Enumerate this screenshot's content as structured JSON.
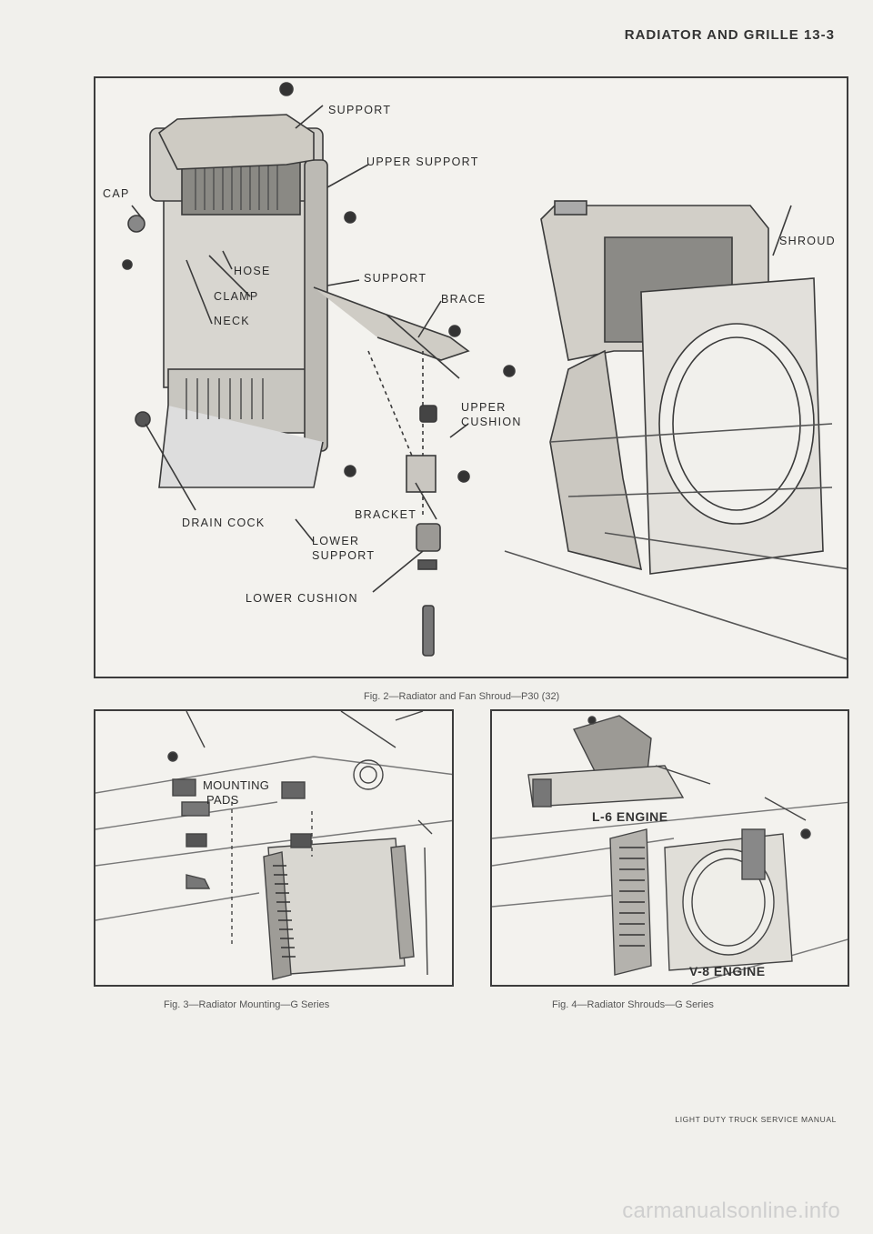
{
  "page": {
    "header": "RADIATOR AND GRILLE 13-3",
    "footer": "LIGHT DUTY TRUCK SERVICE MANUAL",
    "watermark": "carmanualsonline.info"
  },
  "fig2": {
    "caption": "Fig. 2—Radiator and Fan Shroud—P30 (32)",
    "labels": {
      "support_top": "SUPPORT",
      "upper_support": "UPPER SUPPORT",
      "cap": "CAP",
      "hose": "HOSE",
      "clamp": "CLAMP",
      "neck": "NECK",
      "support_mid": "SUPPORT",
      "brace": "BRACE",
      "shroud": "SHROUD",
      "upper_cushion_1": "UPPER",
      "upper_cushion_2": "CUSHION",
      "bracket": "BRACKET",
      "drain_cock": "DRAIN COCK",
      "lower_support_1": "LOWER",
      "lower_support_2": "SUPPORT",
      "lower_cushion": "LOWER CUSHION"
    }
  },
  "fig3": {
    "caption": "Fig. 3—Radiator Mounting—G Series",
    "labels": {
      "mounting_1": "MOUNTING",
      "mounting_2": "PADS"
    }
  },
  "fig4": {
    "caption": "Fig. 4—Radiator Shrouds—G Series",
    "labels": {
      "l6": "L-6 ENGINE",
      "v8": "V-8 ENGINE"
    }
  }
}
